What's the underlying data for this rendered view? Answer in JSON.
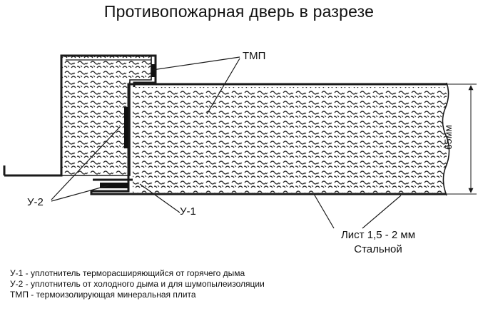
{
  "title": "Противопожарная дверь в разрезе",
  "labels": {
    "tmp": "ТМП",
    "u2": "У-2",
    "u1": "У-1",
    "sheet_line1": "Лист 1,5 - 2 мм",
    "sheet_line2": "Стальной",
    "thickness": "65мм"
  },
  "legend": [
    "У-1 - уплотнитель терморасширяющийся от горячего дыма",
    "У-2 - уплотнитель от холодного дыма и для шумопылеизоляции",
    "ТМП - термоизолирующая минеральная плита"
  ],
  "colors": {
    "line": "#1a1a1a",
    "fill": "#e6e6e6",
    "seal": "#111111"
  }
}
